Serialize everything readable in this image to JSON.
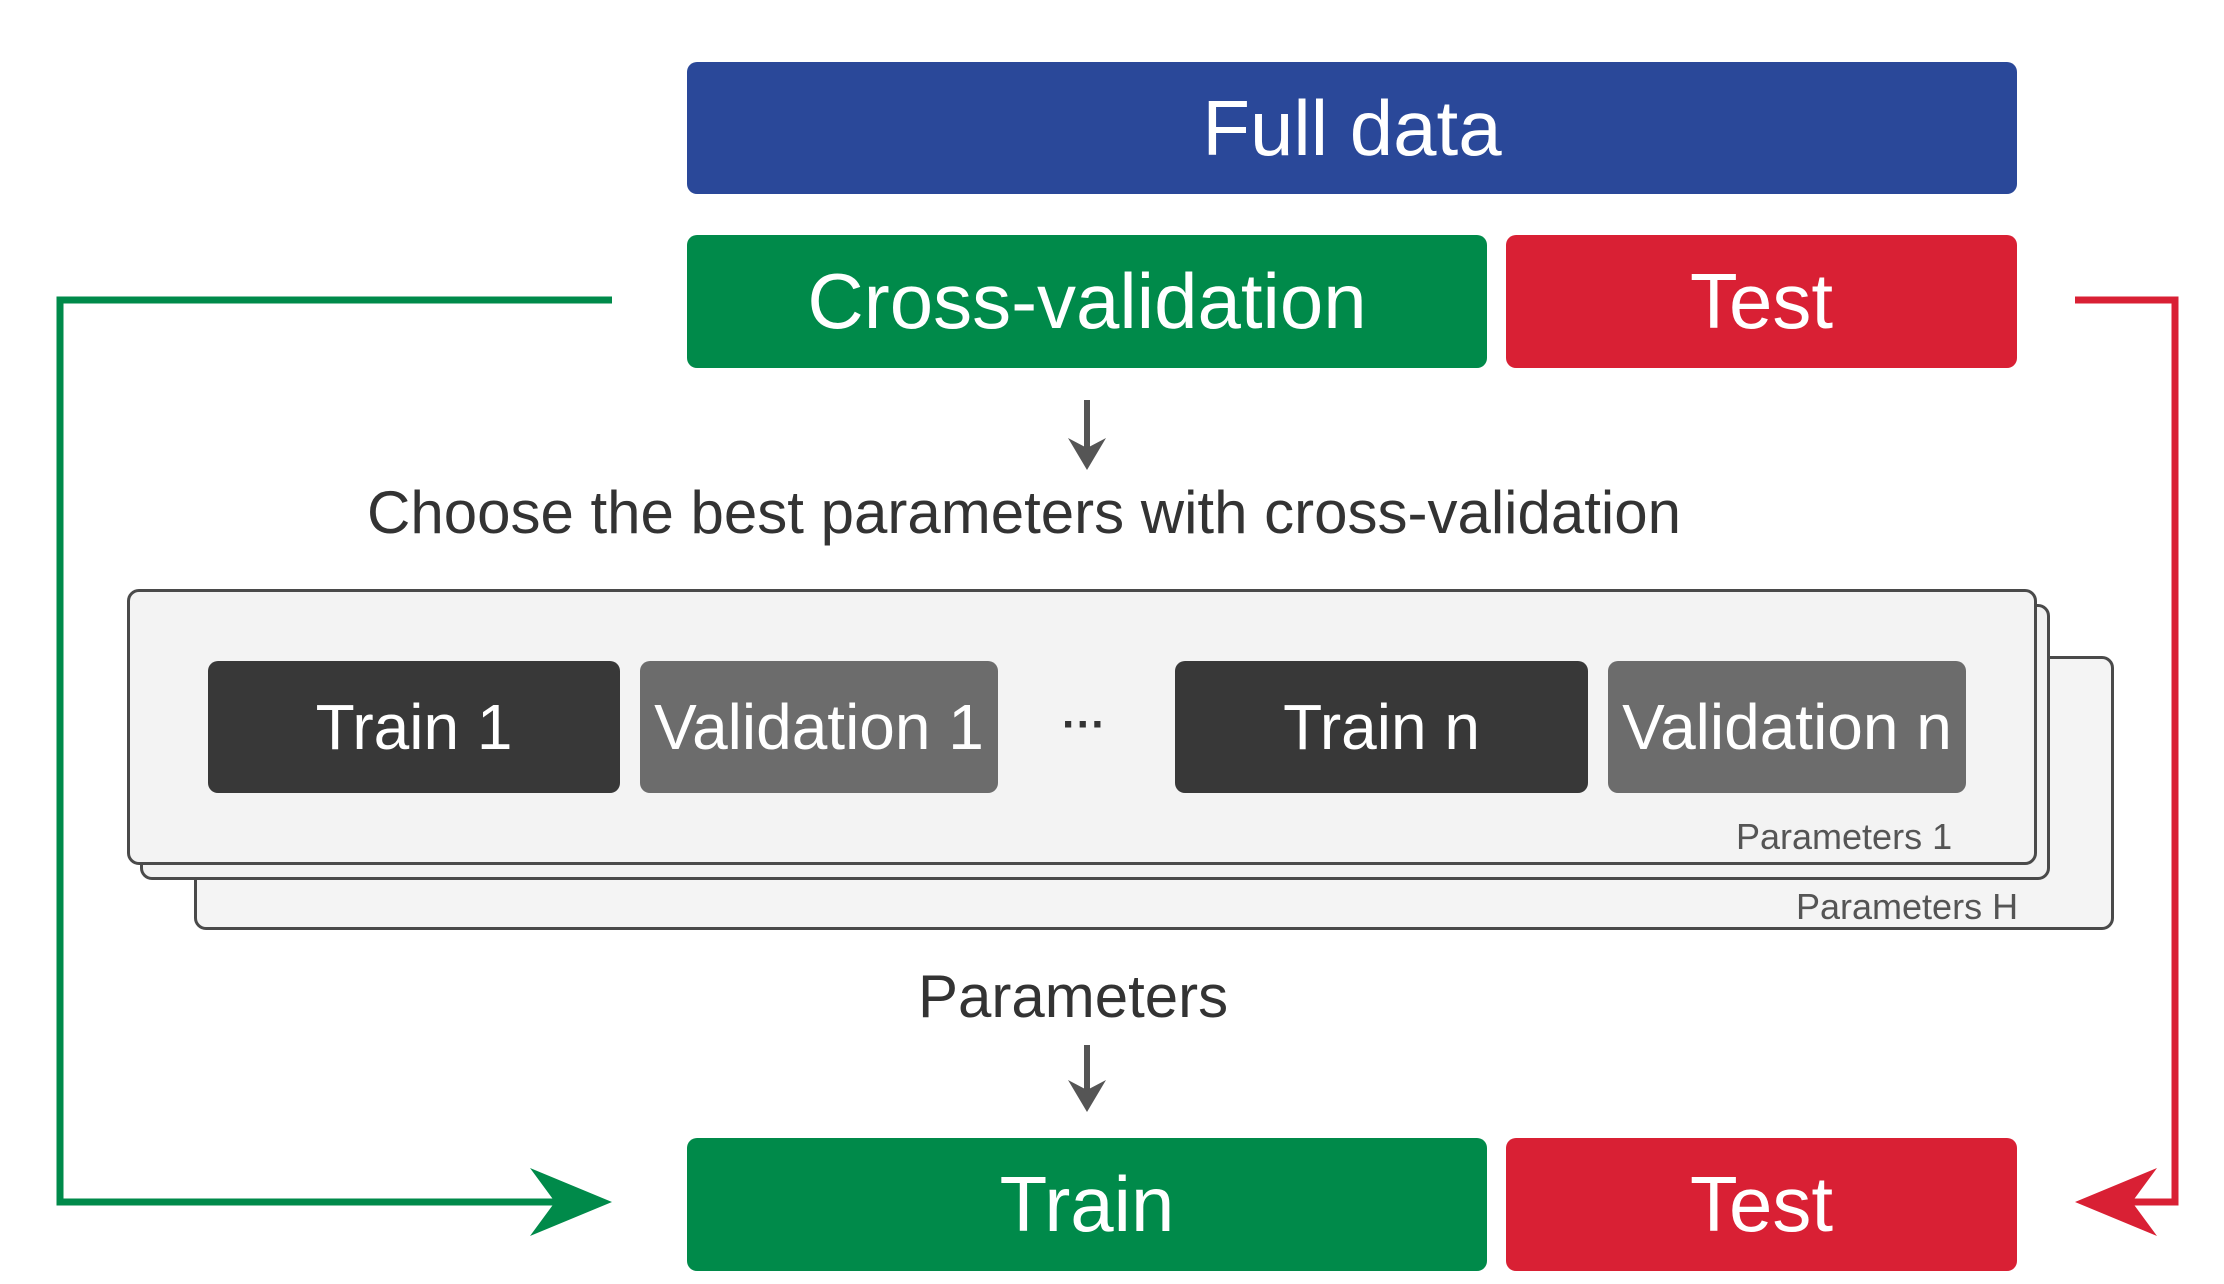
{
  "colors": {
    "full_data": "#2a4899",
    "cross_validation": "#008a4a",
    "test": "#d92034",
    "train_dark": "#383838",
    "validation_gray": "#6c6c6c",
    "arrow_gray": "#555555"
  },
  "top": {
    "full_data": "Full data",
    "cross_validation": "Cross-validation",
    "test": "Test"
  },
  "middle": {
    "choose_text": "Choose the best parameters with cross-validation",
    "train_1": "Train 1",
    "validation_1": "Validation 1",
    "ellipsis": "···",
    "train_n": "Train n",
    "validation_n": "Validation n",
    "parameters_1": "Parameters 1",
    "parameters_h": "Parameters H",
    "parameters": "Parameters"
  },
  "bottom": {
    "train": "Train",
    "test": "Test"
  }
}
